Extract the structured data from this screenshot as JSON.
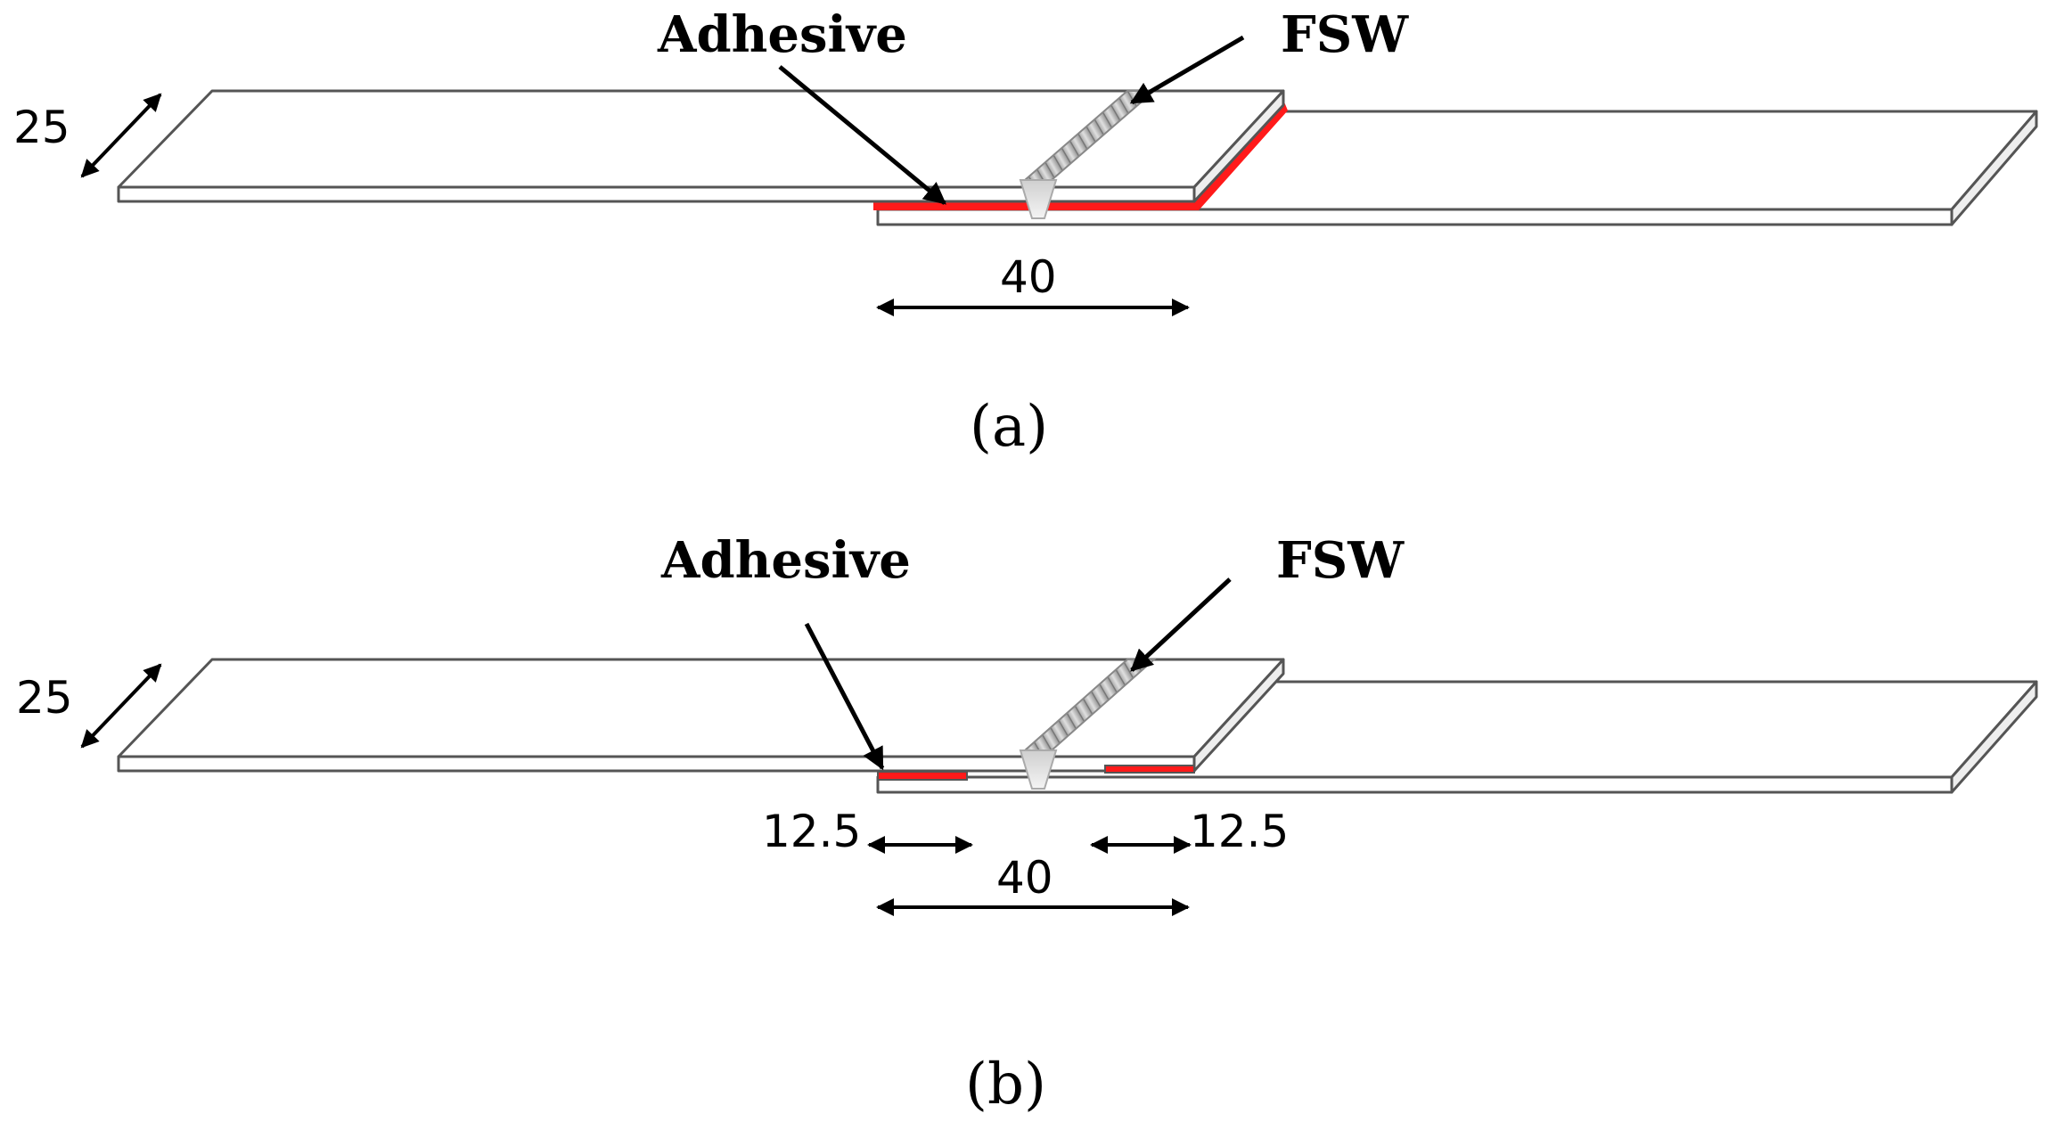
{
  "panel_a": {
    "adhesive_label": "Adhesive",
    "fsw_label": "FSW",
    "width_dim": "25",
    "overlap_dim": "40",
    "caption": "(a)"
  },
  "panel_b": {
    "adhesive_label": "Adhesive",
    "fsw_label": "FSW",
    "width_dim": "25",
    "left_adhesive_dim": "12.5",
    "right_adhesive_dim": "12.5",
    "overlap_dim": "40",
    "caption": "(b)"
  },
  "colors": {
    "adhesive": "#ff1a1a",
    "plate_outline": "#555555",
    "weld": "#bdbdbd"
  }
}
